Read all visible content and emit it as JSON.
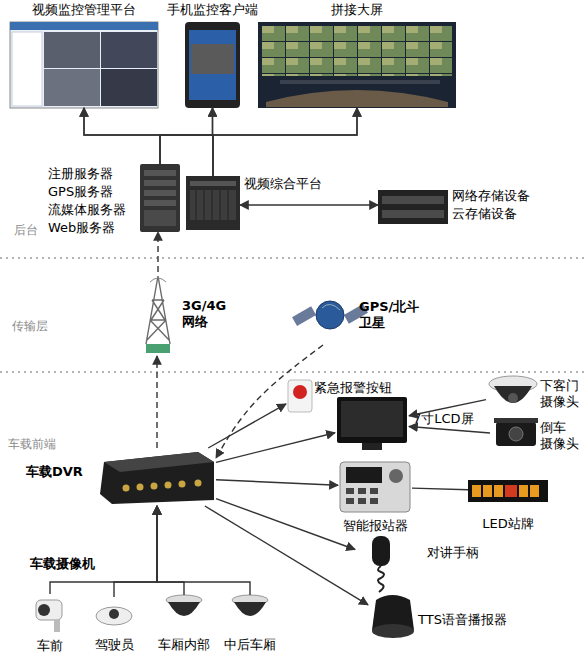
{
  "diagram": {
    "nodes": [
      {
        "text": [
          "视频监控管理平台"
        ]
      },
      {
        "text": [
          "手机监控客户端"
        ]
      },
      {
        "text": [
          "拼接大屏"
        ]
      },
      {
        "text": [
          "注册服务器",
          "GPS服务器",
          "流媒体服务器",
          "Web服务器"
        ]
      },
      {
        "text": [
          "视频综合平台"
        ]
      },
      {
        "text": [
          "网络存储设备",
          "云存储设备"
        ]
      },
      {
        "text": [
          "3G/4G 网络"
        ]
      },
      {
        "text": [
          "GPS/北斗 卫星"
        ]
      },
      {
        "text": [
          "紧急报警按钮"
        ]
      },
      {
        "text": [
          "7寸LCD屏"
        ]
      },
      {
        "text": [
          "下客门 摄像头"
        ]
      },
      {
        "text": [
          "倒车 摄像头"
        ]
      },
      {
        "text": [
          "车载DVR"
        ]
      },
      {
        "text": [
          "智能报站器"
        ]
      },
      {
        "text": [
          "LED站牌"
        ]
      },
      {
        "text": [
          "对讲手柄"
        ]
      },
      {
        "text": [
          "TTS语音播报器"
        ]
      },
      {
        "text": [
          "车前"
        ]
      },
      {
        "text": [
          "驾驶员"
        ]
      },
      {
        "text": [
          "车厢内部"
        ]
      },
      {
        "text": [
          "中后车厢"
        ]
      }
    ],
    "edges": [
      {
        "from": 3,
        "to": 0,
        "arrow": "to"
      },
      {
        "from": 3,
        "to": 1,
        "arrow": "to"
      },
      {
        "from": 3,
        "to": 2,
        "arrow": "to"
      },
      {
        "from": 4,
        "to": 0,
        "arrow": "to"
      },
      {
        "from": 4,
        "to": 1,
        "arrow": "to"
      },
      {
        "from": 4,
        "to": 2,
        "arrow": "to"
      },
      {
        "from": 4,
        "to": 5,
        "arrow": "both"
      },
      {
        "from": 6,
        "to": 3,
        "arrow": "to"
      },
      {
        "from": 12,
        "to": 6,
        "arrow": "to"
      },
      {
        "from": 7,
        "to": 12,
        "arrow": "to"
      },
      {
        "from": 12,
        "to": 8,
        "arrow": "to"
      },
      {
        "from": 12,
        "to": 9,
        "arrow": "to"
      },
      {
        "from": 12,
        "to": 13,
        "arrow": "to"
      },
      {
        "from": 12,
        "to": 15,
        "arrow": "to"
      },
      {
        "from": 12,
        "to": 16,
        "arrow": "to"
      },
      {
        "from": 10,
        "to": 9,
        "arrow": "to"
      },
      {
        "from": 11,
        "to": 9,
        "arrow": "to"
      },
      {
        "from": 13,
        "to": 14,
        "arrow": "none"
      },
      {
        "from": 17,
        "to": 12,
        "arrow": "to"
      },
      {
        "from": 18,
        "to": 12,
        "arrow": "to"
      },
      {
        "from": 19,
        "to": 12,
        "arrow": "to"
      },
      {
        "from": 20,
        "to": 12,
        "arrow": "to"
      }
    ],
    "labels": [
      "后台",
      "传输层",
      "车载前端",
      "车载摄像机"
    ]
  }
}
